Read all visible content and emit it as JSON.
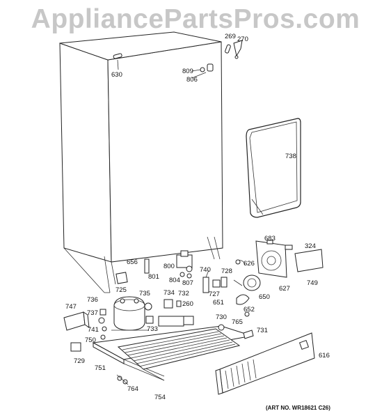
{
  "watermark": "AppliancePartsPros.com",
  "art_number": "(ART NO. WR18621 C26)",
  "part_labels": [
    "630",
    "269",
    "270",
    "809",
    "806",
    "738",
    "683",
    "324",
    "749",
    "627",
    "626",
    "650",
    "728",
    "740",
    "651",
    "652",
    "727",
    "765",
    "731",
    "730",
    "800",
    "804",
    "807",
    "656",
    "801",
    "725",
    "735",
    "734",
    "732",
    "260",
    "733",
    "736",
    "747",
    "737",
    "741",
    "750",
    "729",
    "751",
    "764",
    "754",
    "616"
  ]
}
